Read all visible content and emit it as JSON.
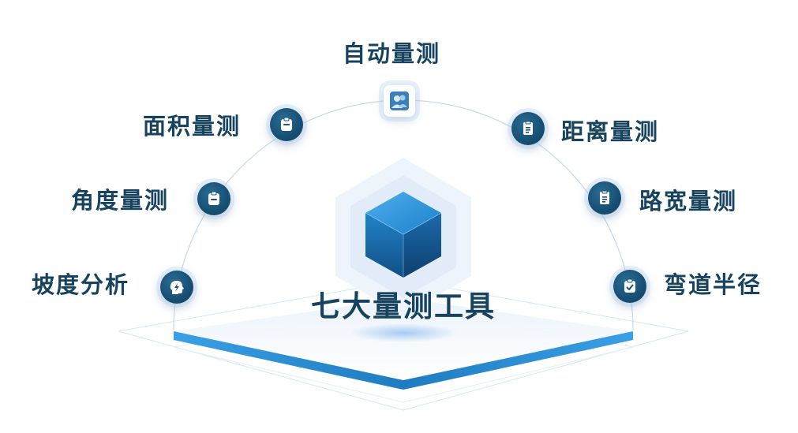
{
  "center": {
    "title": "七大量测工具"
  },
  "tools": [
    {
      "label": "自动量测",
      "icon": "user-group-icon"
    },
    {
      "label": "面积量测",
      "icon": "clipboard-icon"
    },
    {
      "label": "距离量测",
      "icon": "document-icon"
    },
    {
      "label": "角度量测",
      "icon": "clipboard-icon"
    },
    {
      "label": "路宽量测",
      "icon": "document-icon"
    },
    {
      "label": "坡度分析",
      "icon": "head-bolt-icon"
    },
    {
      "label": "弯道半径",
      "icon": "clipboard-check-icon"
    }
  ],
  "colors": {
    "text": "#17435f",
    "node": "#1b5478",
    "accent": "#2f8fd6",
    "cube": "#1f7cc0"
  }
}
